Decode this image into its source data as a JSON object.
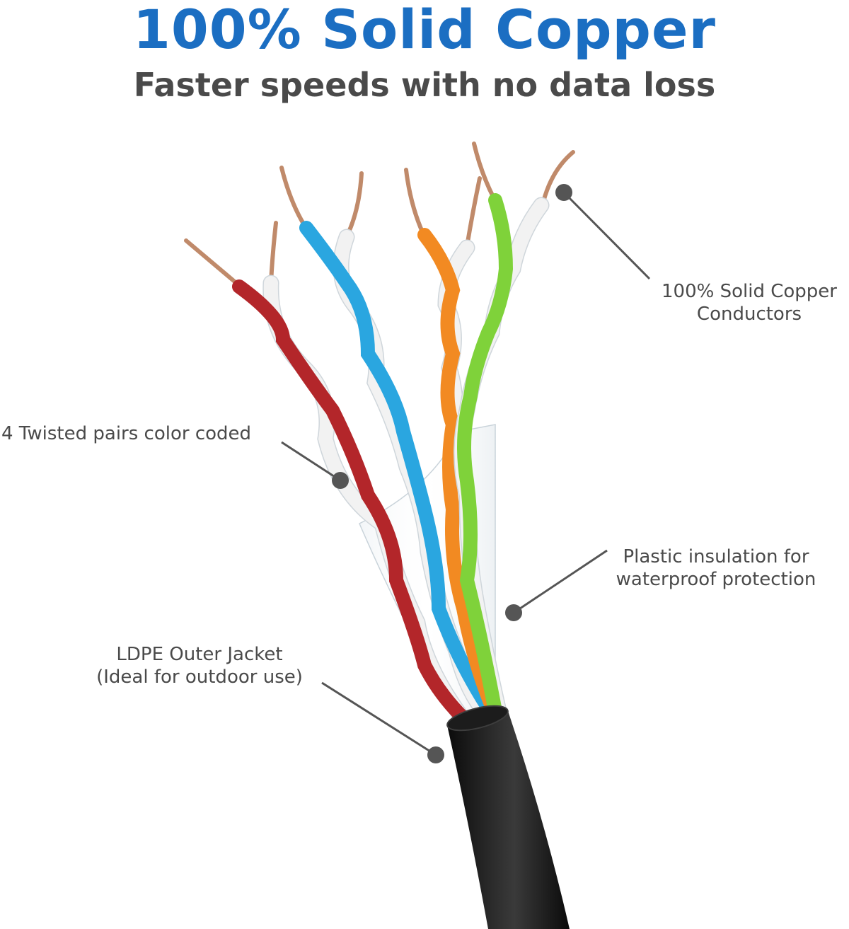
{
  "header": {
    "title": "100% Solid Copper",
    "subtitle": "Faster speeds with no data loss"
  },
  "colors": {
    "title": "#1b6ec2",
    "subtitle": "#4a4a4a",
    "callout_text": "#4a4a4a",
    "leader": "#555555",
    "marker": "#555555",
    "copper": "#c08a6a",
    "pair_red": "#b3262a",
    "pair_blue": "#2aa6e0",
    "pair_orange": "#f28a22",
    "pair_green": "#7fd23a",
    "white_wire": "#f2f2f2",
    "jacket": "#151515"
  },
  "callouts": {
    "conductors": {
      "line1": "100% Solid Copper",
      "line2": "Conductors"
    },
    "pairs": {
      "line1": "4 Twisted pairs color coded"
    },
    "insulation": {
      "line1": "Plastic insulation for",
      "line2": "waterproof protection"
    },
    "jacket": {
      "line1": "LDPE Outer Jacket",
      "line2": "(Ideal for outdoor use)"
    }
  }
}
